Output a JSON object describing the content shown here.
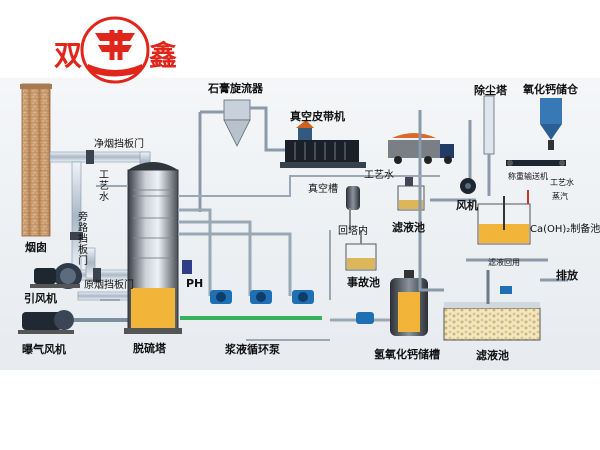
{
  "logo": {
    "left_char": "双",
    "right_char": "鑫",
    "color": "#e0251b"
  },
  "labels": {
    "chimney": "烟囱",
    "induced_fan": "引风机",
    "aeration_fan": "曝气风机",
    "clean_gas_damper": "净烟挡板门",
    "process_water_left": "工艺水",
    "bypass_damper": "旁路挡板门",
    "raw_gas_damper": "原烟挡板门",
    "tower": "脱硫塔",
    "ph": "PH",
    "circulation_pump": "浆液循环泵",
    "gypsum_cyclone": "石膏旋流器",
    "vacuum_belt": "真空皮带机",
    "vacuum_tank": "真空槽",
    "process_water_mid": "工艺水",
    "filtrate_tank_mid": "滤液池",
    "return_tower": "回塔内",
    "accident_pool": "事故池",
    "caoh_storage": "氢氧化钙储槽",
    "dust_tower": "除尘塔",
    "cao_silo": "氧化钙储仓",
    "weigh_conveyor": "称重输送机",
    "process_water_right": "工艺水",
    "steam": "蒸汽",
    "fan": "风机",
    "caoh_prep": "Ca(OH)₂制备池",
    "filtrate_return": "滤液回用",
    "discharge": "排放",
    "filtrate_tank_right": "滤液池"
  }
}
